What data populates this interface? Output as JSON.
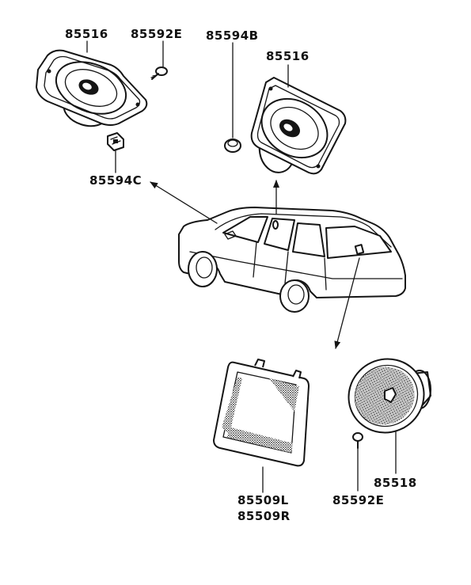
{
  "labels": {
    "front_speaker_left": "85516",
    "screw_top": "85592E",
    "grommet": "85594B",
    "front_speaker_right": "85516",
    "bracket": "85594C",
    "grille_l": "85509L",
    "grille_r": "85509R",
    "screw_bottom": "85592E",
    "rear_speaker": "85518"
  },
  "colors": {
    "ink": "#151515",
    "paper": "#ffffff"
  }
}
